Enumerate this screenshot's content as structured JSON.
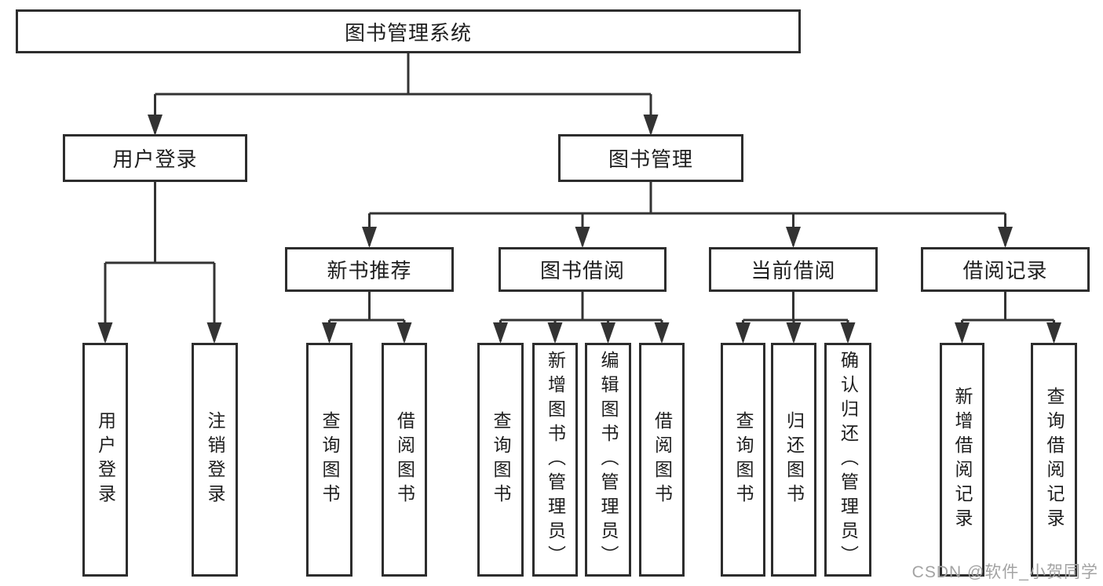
{
  "tree": {
    "root": {
      "label": "图书管理系统"
    },
    "branches": [
      {
        "label": "用户登录",
        "children": [
          {
            "label": "用户登录"
          },
          {
            "label": "注销登录"
          }
        ]
      },
      {
        "label": "图书管理",
        "children": [
          {
            "label": "新书推荐",
            "children": [
              {
                "label": "查询图书"
              },
              {
                "label": "借阅图书"
              }
            ]
          },
          {
            "label": "图书借阅",
            "children": [
              {
                "label": "查询图书"
              },
              {
                "label": "新增图书（管理员）"
              },
              {
                "label": "编辑图书（管理员）"
              },
              {
                "label": "借阅图书"
              }
            ]
          },
          {
            "label": "当前借阅",
            "children": [
              {
                "label": "查询图书"
              },
              {
                "label": "归还图书"
              },
              {
                "label": "确认归还（管理员）"
              }
            ]
          },
          {
            "label": "借阅记录",
            "children": [
              {
                "label": "新增借阅记录"
              },
              {
                "label": "查询借阅记录"
              }
            ]
          }
        ]
      }
    ]
  },
  "watermark": {
    "text": "CSDN @软件_小贺同学"
  },
  "colors": {
    "line": "#333333",
    "box_border": "#2d2d2d",
    "text": "#1e1e1e",
    "background": "#ffffff",
    "watermark": "#a3a3a3"
  }
}
